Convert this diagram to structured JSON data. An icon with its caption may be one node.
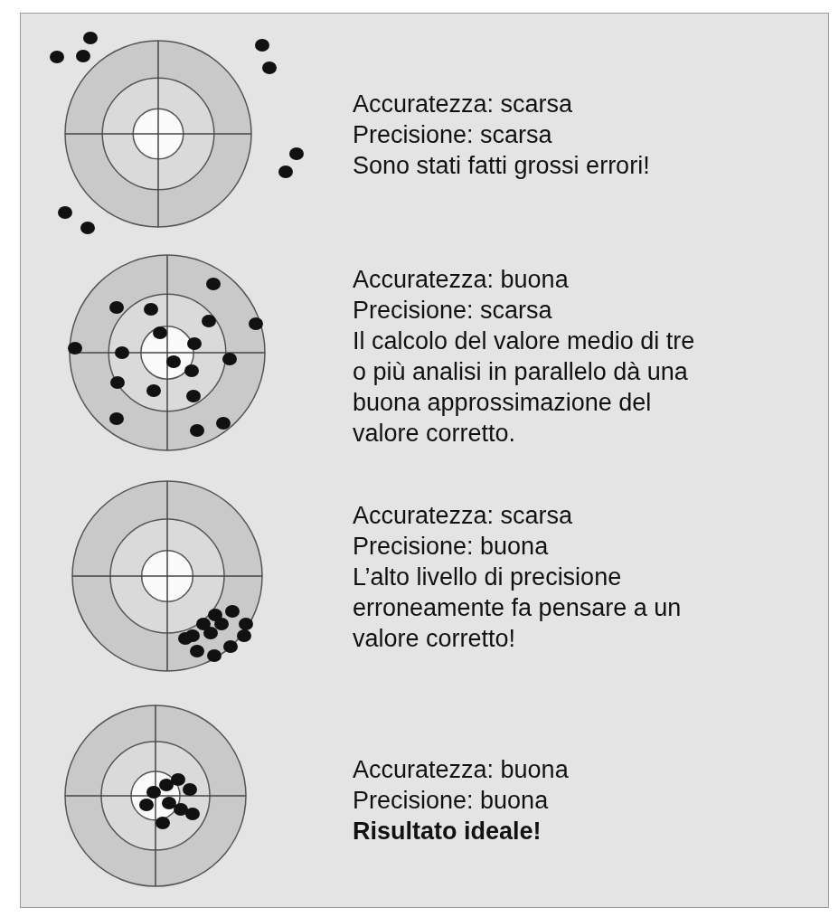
{
  "diagram": {
    "labels": [
      "Accuratezza: scarsa",
      "Precisione: scarsa",
      "Sono stati fatti grossi errori!",
      "Accuratezza: buona",
      "Precisione: scarsa",
      "Il calcolo del valore medio di tre o più analisi in parallelo dà una buona approssimazione del valore corretto.",
      "Accuratezza: scarsa",
      "Precisione: buona",
      "L’alto livello di precisione erroneamente fa pensare a un valore corretto!",
      "Accuratezza: buona",
      "Precisione: buona",
      "Risultato ideale!"
    ]
  }
}
